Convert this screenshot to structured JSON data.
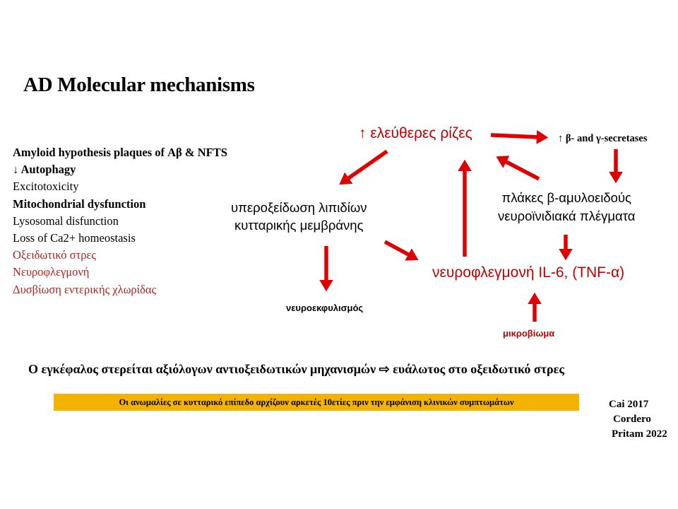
{
  "title": "AD Molecular mechanisms",
  "mechanisms": [
    "Amyloid hypothesis plaques of Αβ & NFTS",
    "↓ Autophagy",
    "Excitotoxicity",
    "Mitochondrial dysfunction",
    "Lysosomal disfunction",
    "Loss of Ca2+ homeostasis",
    "Οξειδωτικό στρες",
    "Νευροφλεγμονή",
    "Δυσβίωση εντερικής χλωρίδας"
  ],
  "diagram": {
    "free_radicals": "↑ ελεύθερες ρίζες",
    "secretases": "↑ β- and γ-secretases",
    "lipid_line1": "υπεροξείδωση λιπιδίων",
    "lipid_line2": "κυτταρικής μεμβράνης",
    "plaques_line1": "πλάκες β-αμυλοειδούς",
    "plaques_line2": "νευροϊνιδιακά πλέγματα",
    "neuroinflammation": "νευροφλεγμονή IL-6, (TNF-α)",
    "neurodegeneration": "νευροεκφυλισμός",
    "microbiome": "μικροβίωμα"
  },
  "statement": "Ο εγκέφαλος στερείται αξιόλογων αντιοξειδωτικών μηχανισμών ⇨ ευάλωτος στο οξειδωτικό στρες",
  "banner": "Οι ανωμαλίες σε κυτταρικό επίπεδο αρχίζουν αρκετές 10ετίες πριν την εμφάνιση κλινικών συμπτωμάτων",
  "references": [
    "Cai 2017",
    "Cordero",
    "Pritam 2022"
  ],
  "colors": {
    "arrow": "#e00000",
    "emphasis_text": "#c00000",
    "banner": "#f3b300"
  }
}
